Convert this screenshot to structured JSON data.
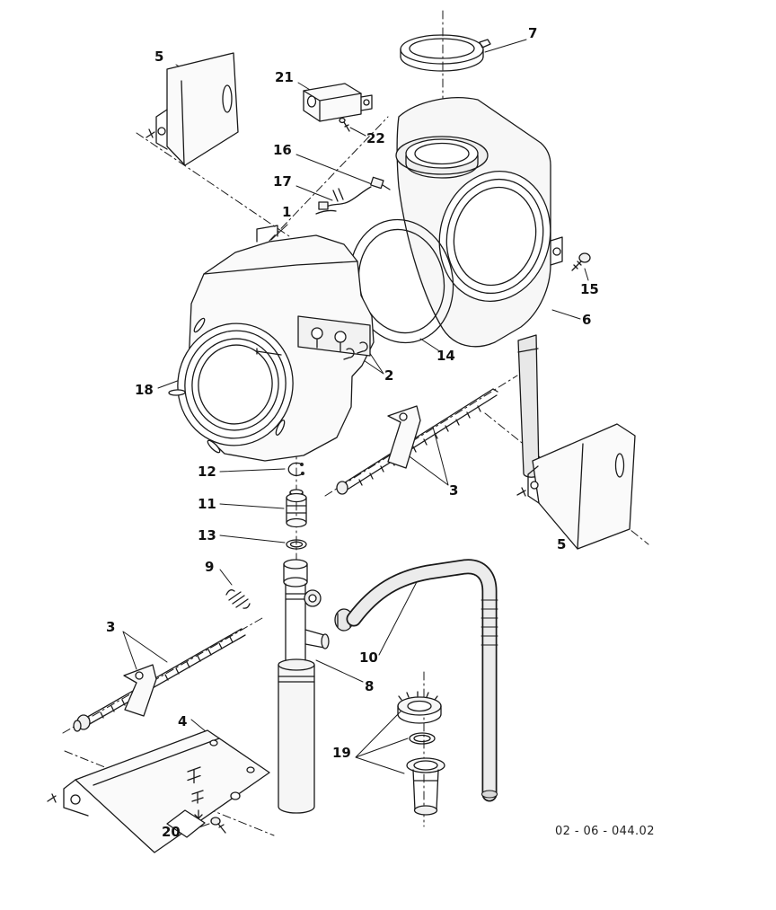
{
  "figure": {
    "type": "exploded-parts-diagram",
    "drawing_number": "02 - 06 - 044.02",
    "callouts": [
      {
        "ref": "5",
        "part": "bracket-upper-left"
      },
      {
        "ref": "21",
        "part": "bracket-block"
      },
      {
        "ref": "7",
        "part": "clamp-ring"
      },
      {
        "ref": "22",
        "part": "screw-block"
      },
      {
        "ref": "16",
        "part": "connector"
      },
      {
        "ref": "17",
        "part": "cable"
      },
      {
        "ref": "1",
        "part": "drum-housing"
      },
      {
        "ref": "15",
        "part": "screw-tub"
      },
      {
        "ref": "6",
        "part": "tub-housing"
      },
      {
        "ref": "14",
        "part": "door-gasket"
      },
      {
        "ref": "2",
        "part": "retaining-clips"
      },
      {
        "ref": "18",
        "part": "bearing-detail"
      },
      {
        "ref": "12",
        "part": "clip"
      },
      {
        "ref": "3",
        "part": "bolt-rod-right"
      },
      {
        "ref": "11",
        "part": "insert"
      },
      {
        "ref": "13",
        "part": "o-ring"
      },
      {
        "ref": "5",
        "part": "bracket-lower-right"
      },
      {
        "ref": "9",
        "part": "spring"
      },
      {
        "ref": "3",
        "part": "bolt-rod-left"
      },
      {
        "ref": "10",
        "part": "drain-hose"
      },
      {
        "ref": "8",
        "part": "standpipe"
      },
      {
        "ref": "4",
        "part": "mounting-plate"
      },
      {
        "ref": "19",
        "part": "filter-assembly"
      },
      {
        "ref": "20",
        "part": "screw-plate"
      }
    ]
  }
}
